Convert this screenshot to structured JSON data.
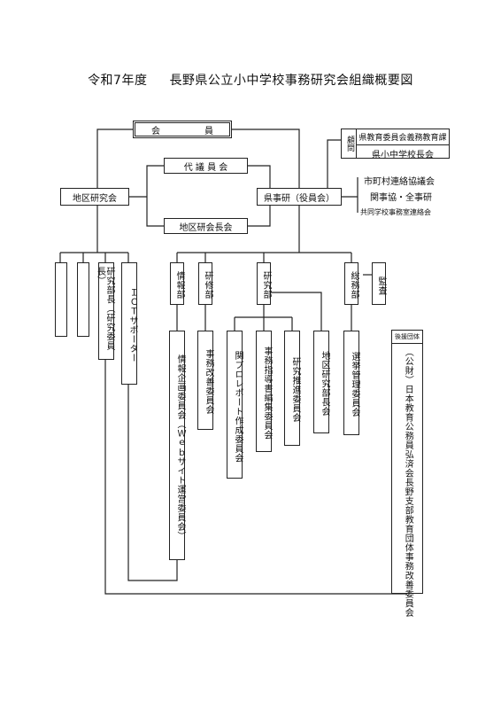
{
  "title": {
    "year": "令和7年度",
    "name": "長野県公立小中学校事務研究会組織概要図"
  },
  "top": {
    "members": "会　　　　　員",
    "delegates": "代 議 員 会",
    "chairs": "地区研会長会"
  },
  "side": {
    "district": "地区研究会",
    "prefecture": "県事研（役員会）"
  },
  "advisor": {
    "label": "顧問",
    "items": [
      "県教育委員会義務教育課",
      "県小中学校長会"
    ]
  },
  "partners": [
    "市町村連絡協議会",
    "関事協・全事研",
    "共同学校事務室連絡会"
  ],
  "district_children": [
    "",
    "",
    "研究部長（研究委員長）",
    "ＩＣＴサポーター"
  ],
  "departments": {
    "info": "情報部",
    "training": "研修部",
    "research": "研究部",
    "general": "総務部",
    "audit": "監査"
  },
  "committees": {
    "info_planning": "情報企画委員会（Ｗｅｂサイト運営委員会）",
    "office_improve": "事務改善委員会",
    "project": "関プロレポート作成委員会",
    "guidance": "事務指導書編集委員会",
    "promotion": "研究推進委員会",
    "district_heads": "地区研究部長会",
    "election": "選挙管理委員会"
  },
  "support": {
    "label": "後援団体",
    "name": "（公財）日本教育公務員弘済会長野支部教育団体事務改善委員会"
  }
}
